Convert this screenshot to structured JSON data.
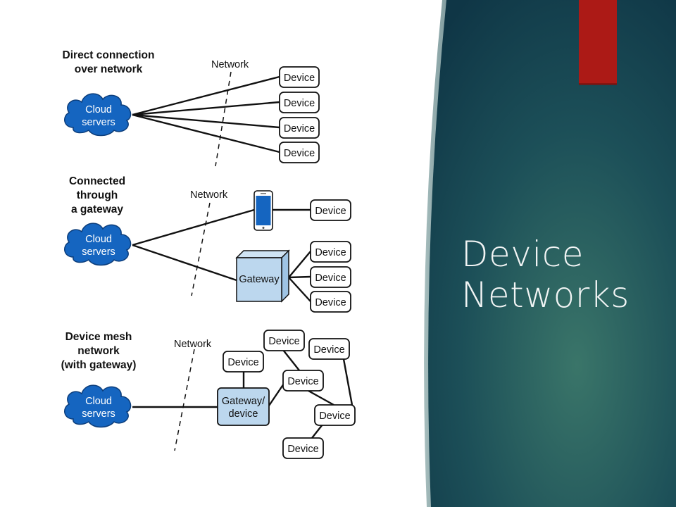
{
  "slide": {
    "title_line1": "Device",
    "title_line2": "Networks",
    "colors": {
      "panel_dark": "#0f3646",
      "panel_light": "#3a7569",
      "accent_red": "#ac1a16",
      "cloud_blue": "#1565c0",
      "gateway_blue": "#bcd7ee"
    }
  },
  "diagram": {
    "sections": [
      {
        "label_lines": [
          "Direct connection",
          "over network"
        ],
        "network_label": "Network",
        "cloud_lines": [
          "Cloud",
          "servers"
        ],
        "devices": [
          "Device",
          "Device",
          "Device",
          "Device"
        ]
      },
      {
        "label_lines": [
          "Connected",
          "through",
          "a gateway"
        ],
        "network_label": "Network",
        "cloud_lines": [
          "Cloud",
          "servers"
        ],
        "phone_icon": "smartphone-icon",
        "phone_device": "Device",
        "gateway_label": "Gateway",
        "gateway_devices": [
          "Device",
          "Device",
          "Device"
        ]
      },
      {
        "label_lines": [
          "Device mesh",
          "network",
          "(with gateway)"
        ],
        "network_label": "Network",
        "cloud_lines": [
          "Cloud",
          "servers"
        ],
        "gateway_lines": [
          "Gateway/",
          "device"
        ],
        "mesh_devices": [
          "Device",
          "Device",
          "Device",
          "Device",
          "Device",
          "Device"
        ]
      }
    ]
  }
}
